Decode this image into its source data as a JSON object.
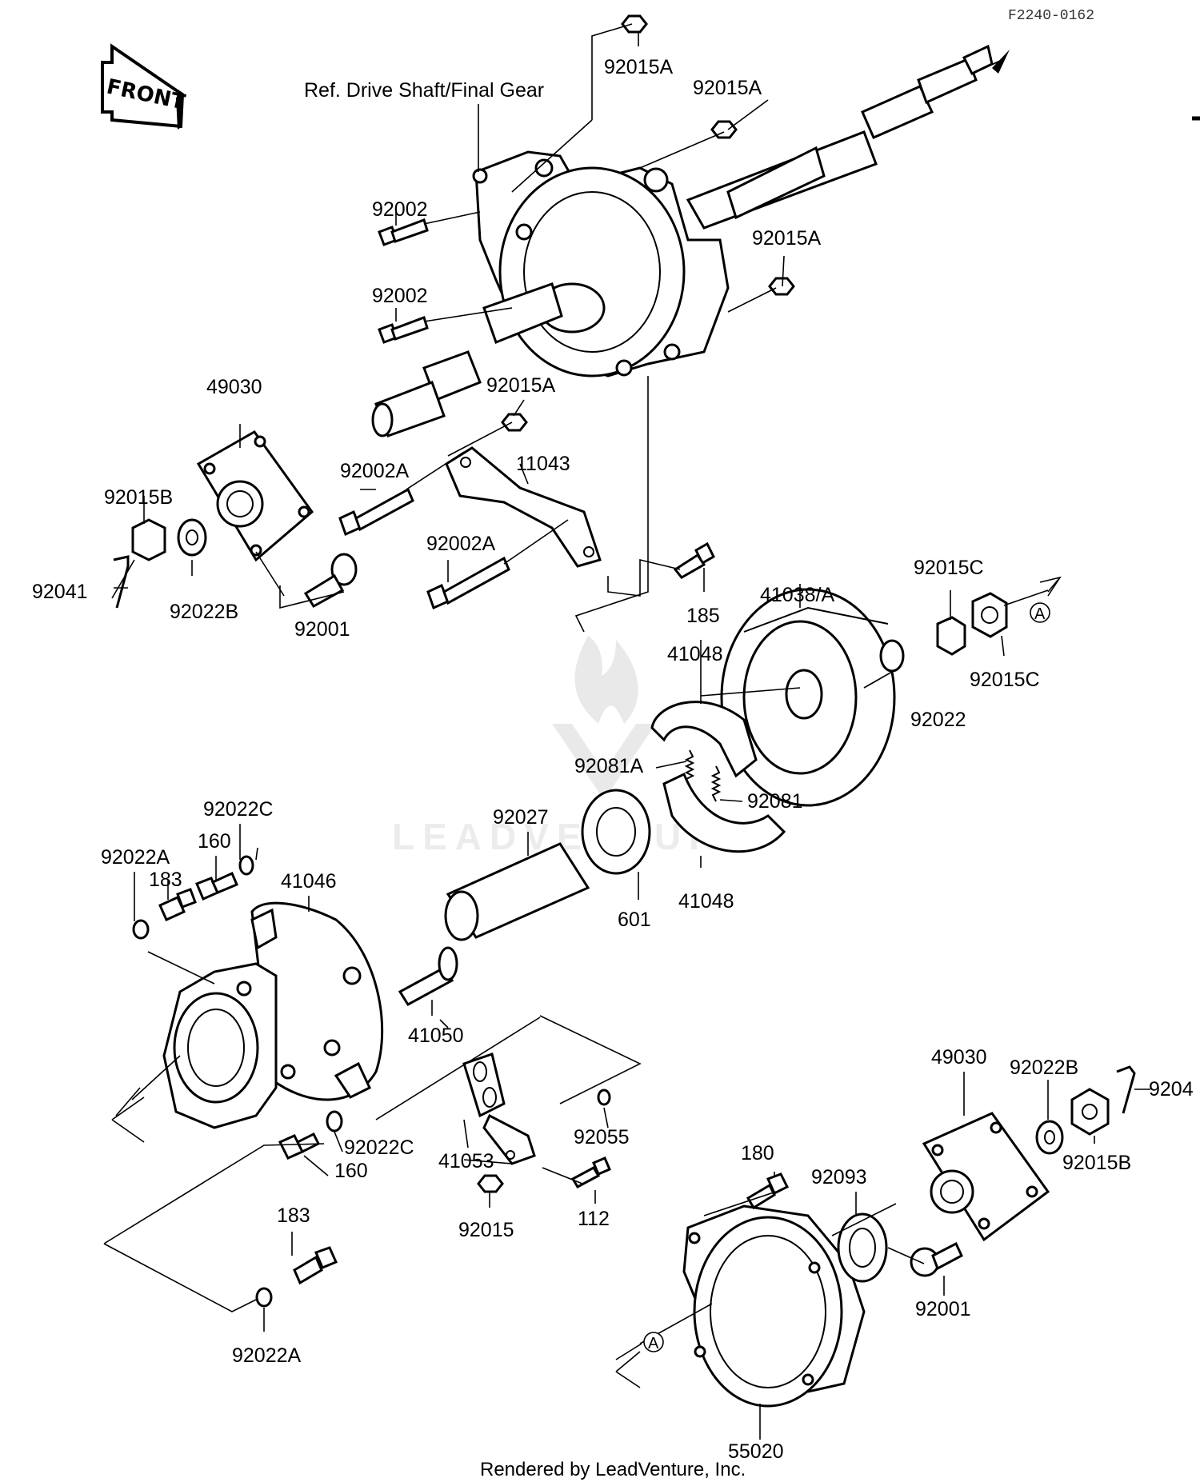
{
  "figure_code": "F2240-0162",
  "front_label": "FRONT",
  "reference_label": "Ref. Drive Shaft/Final Gear",
  "watermark_text": "LEADVENTURE",
  "footer": "Rendered by LeadVenture, Inc.",
  "reference_marker": "A",
  "part_labels": {
    "p92015A_1": "92015A",
    "p92015A_2": "92015A",
    "p92015A_3": "92015A",
    "p92015A_4": "92015A",
    "p92002_1": "92002",
    "p92002_2": "92002",
    "p49030_1": "49030",
    "p92015B_1": "92015B",
    "p92041": "92041",
    "p92022B_1": "92022B",
    "p92001_1": "92001",
    "p92002A_1": "92002A",
    "p11043": "11043",
    "p92002A_2": "92002A",
    "p185": "185",
    "p41038A": "41038/A",
    "p92015C_1": "92015C",
    "p92015C_2": "92015C",
    "p92022": "92022",
    "p41048_1": "41048",
    "p92081A": "92081A",
    "p92081": "92081",
    "p92027": "92027",
    "p601": "601",
    "p41048_2": "41048",
    "p92022C_1": "92022C",
    "p160_1": "160",
    "p92022A_1": "92022A",
    "p183_1": "183",
    "p41046": "41046",
    "p41050": "41050",
    "p92022C_2": "92022C",
    "p160_2": "160",
    "p41053": "41053",
    "p92055": "92055",
    "p92015": "92015",
    "p112": "112",
    "p183_2": "183",
    "p92022A_2": "92022A",
    "p180": "180",
    "p92093": "92093",
    "p49030_2": "49030",
    "p92022B_2": "92022B",
    "p9204": "9204",
    "p92015B_2": "92015B",
    "p92001_2": "92001",
    "p55020": "55020"
  }
}
